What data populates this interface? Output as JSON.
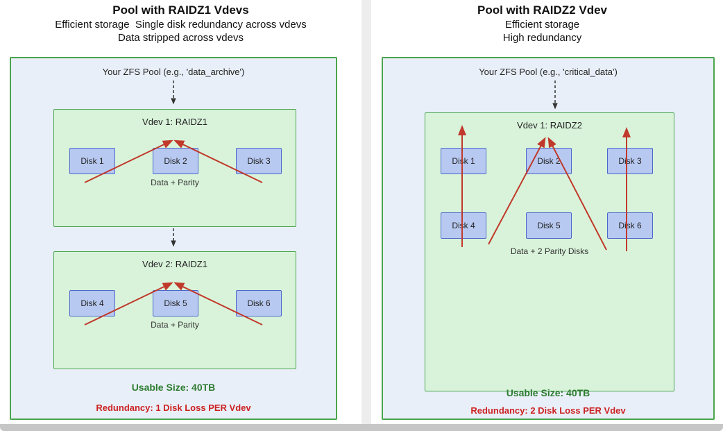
{
  "left": {
    "title": "Pool with RAIDZ1 Vdevs",
    "subtitle1": "Efficient storage  Single disk redundancy across vdevs",
    "subtitle2": "Data stripped across vdevs",
    "pool_label": "Your ZFS Pool (e.g., 'data_archive')",
    "vdev1": {
      "label": "Vdev 1: RAIDZ1",
      "disks": [
        "Disk 1",
        "Disk 2",
        "Disk 3"
      ],
      "note": "Data + Parity"
    },
    "vdev2": {
      "label": "Vdev 2: RAIDZ1",
      "disks": [
        "Disk 4",
        "Disk 5",
        "Disk 6"
      ],
      "note": "Data + Parity"
    },
    "usable": "Usable Size: 40TB",
    "redundancy": "Redundancy: 1 Disk Loss PER Vdev"
  },
  "right": {
    "title": "Pool with RAIDZ2 Vdev",
    "subtitle1": "Efficient storage",
    "subtitle2": "High redundancy",
    "pool_label": "Your ZFS Pool (e.g., 'critical_data')",
    "vdev1": {
      "label": "Vdev 1: RAIDZ2",
      "disks_row1": [
        "Disk 1",
        "Disk 2",
        "Disk 3"
      ],
      "disks_row2": [
        "Disk 4",
        "Disk 5",
        "Disk 6"
      ],
      "note": "Data + 2 Parity Disks"
    },
    "usable": "Usable Size: 40TB",
    "redundancy": "Redundancy: 2 Disk Loss PER Vdev"
  },
  "colors": {
    "pool_fill": "#e9eff8",
    "pool_border": "#49a54d",
    "vdev_fill": "#d9f3da",
    "disk_fill": "#b8c9f1",
    "disk_border": "#4a68c9",
    "arrow_red": "#c0392b",
    "dashed_arrow": "#333333",
    "usable_text": "#2e7d32",
    "redundancy_text": "#cc2222"
  }
}
